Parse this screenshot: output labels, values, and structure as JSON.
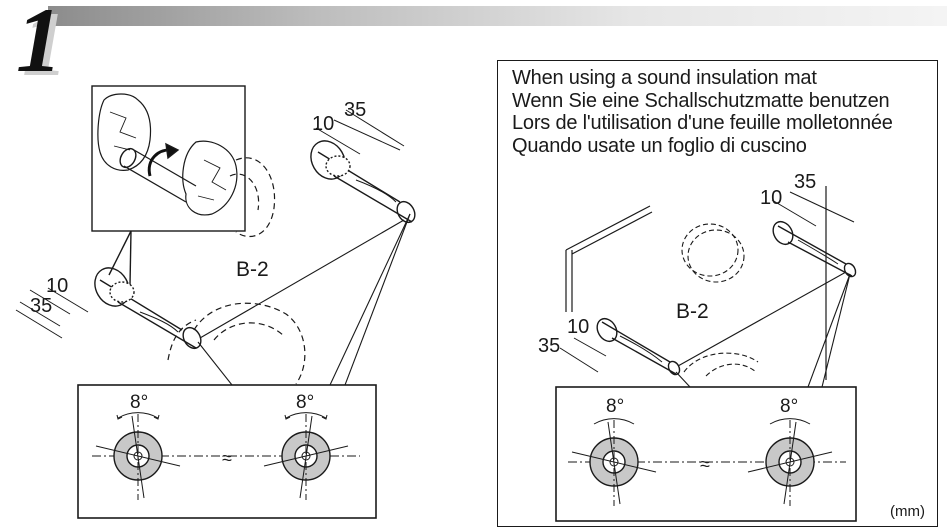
{
  "step_number": "1",
  "caption_lines": [
    "When using a sound insulation mat",
    "Wenn Sie eine Schallschutzmatte benutzen",
    "Lors de l'utilisation d'une feuille molletonnée",
    "Quando usate un foglio di cuscino"
  ],
  "part_label": "B-2",
  "dimensions": {
    "inner": "10",
    "outer": "35"
  },
  "angle_label": "8°",
  "break_mark": "≈",
  "unit_label": "(mm)",
  "colors": {
    "line": "#1a1a1a",
    "fill_gray": "#c8c8c8",
    "bar_dark": "#8c8c8c",
    "bar_light": "#f4f4f4"
  }
}
